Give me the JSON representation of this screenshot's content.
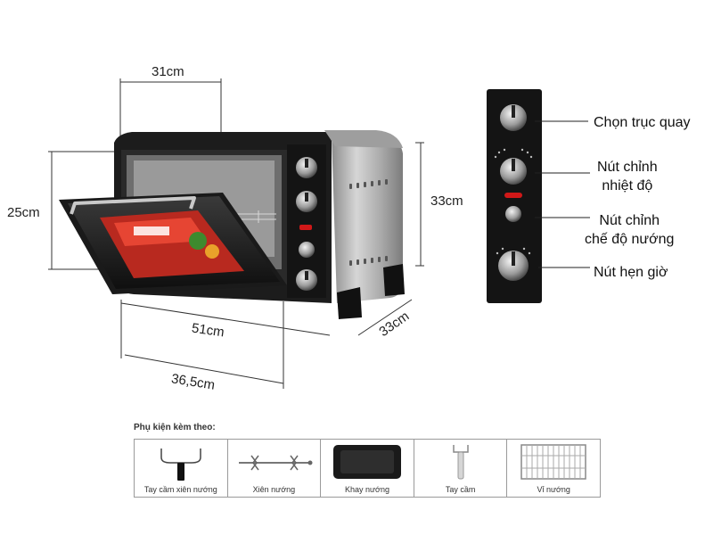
{
  "dimensions": {
    "top_width": "31cm",
    "height": "25cm",
    "depth": "33cm",
    "front_width": "51cm",
    "side_depth": "33cm",
    "base_width": "36,5cm"
  },
  "callouts": {
    "rotisserie": "Chọn trục quay",
    "temperature": "Nút chỉnh\nnhiệt độ",
    "mode": "Nút chỉnh\nchế độ nướng",
    "timer": "Nút hẹn giờ"
  },
  "accessories": {
    "title": "Phụ kiện kèm theo:",
    "items": [
      {
        "label": "Tay cầm xiên nướng",
        "icon": "skewer-handle-icon"
      },
      {
        "label": "Xiên nướng",
        "icon": "skewer-icon"
      },
      {
        "label": "Khay nướng",
        "icon": "baking-tray-icon"
      },
      {
        "label": "Tay cầm",
        "icon": "tray-handle-icon"
      },
      {
        "label": "Vỉ nướng",
        "icon": "wire-rack-icon"
      }
    ]
  },
  "colors": {
    "oven_body": "#1c1c1c",
    "steel": "#b8b8b8",
    "knob_indicator": "#d01818"
  }
}
